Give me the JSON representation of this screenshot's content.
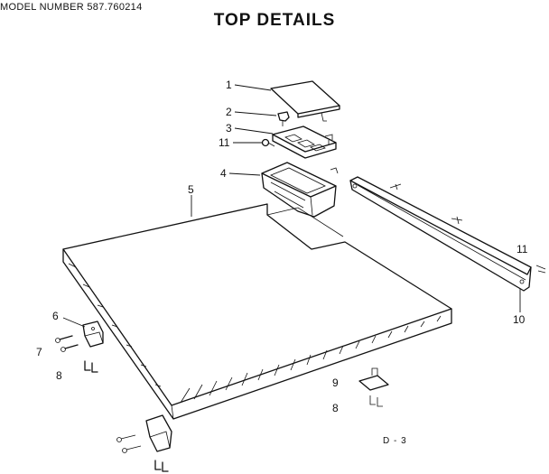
{
  "header": {
    "model_number": "MODEL NUMBER 587.760214",
    "title": "TOP DETAILS"
  },
  "page_code": "D - 3",
  "callouts": [
    {
      "id": "c1",
      "label": "1"
    },
    {
      "id": "c2",
      "label": "2"
    },
    {
      "id": "c3",
      "label": "3"
    },
    {
      "id": "c11a",
      "label": "11"
    },
    {
      "id": "c4",
      "label": "4"
    },
    {
      "id": "c5",
      "label": "5"
    },
    {
      "id": "c11b",
      "label": "11"
    },
    {
      "id": "c10",
      "label": "10"
    },
    {
      "id": "c6",
      "label": "6"
    },
    {
      "id": "c7",
      "label": "7"
    },
    {
      "id": "c8a",
      "label": "8"
    },
    {
      "id": "c9",
      "label": "9"
    },
    {
      "id": "c8b",
      "label": "8"
    }
  ]
}
